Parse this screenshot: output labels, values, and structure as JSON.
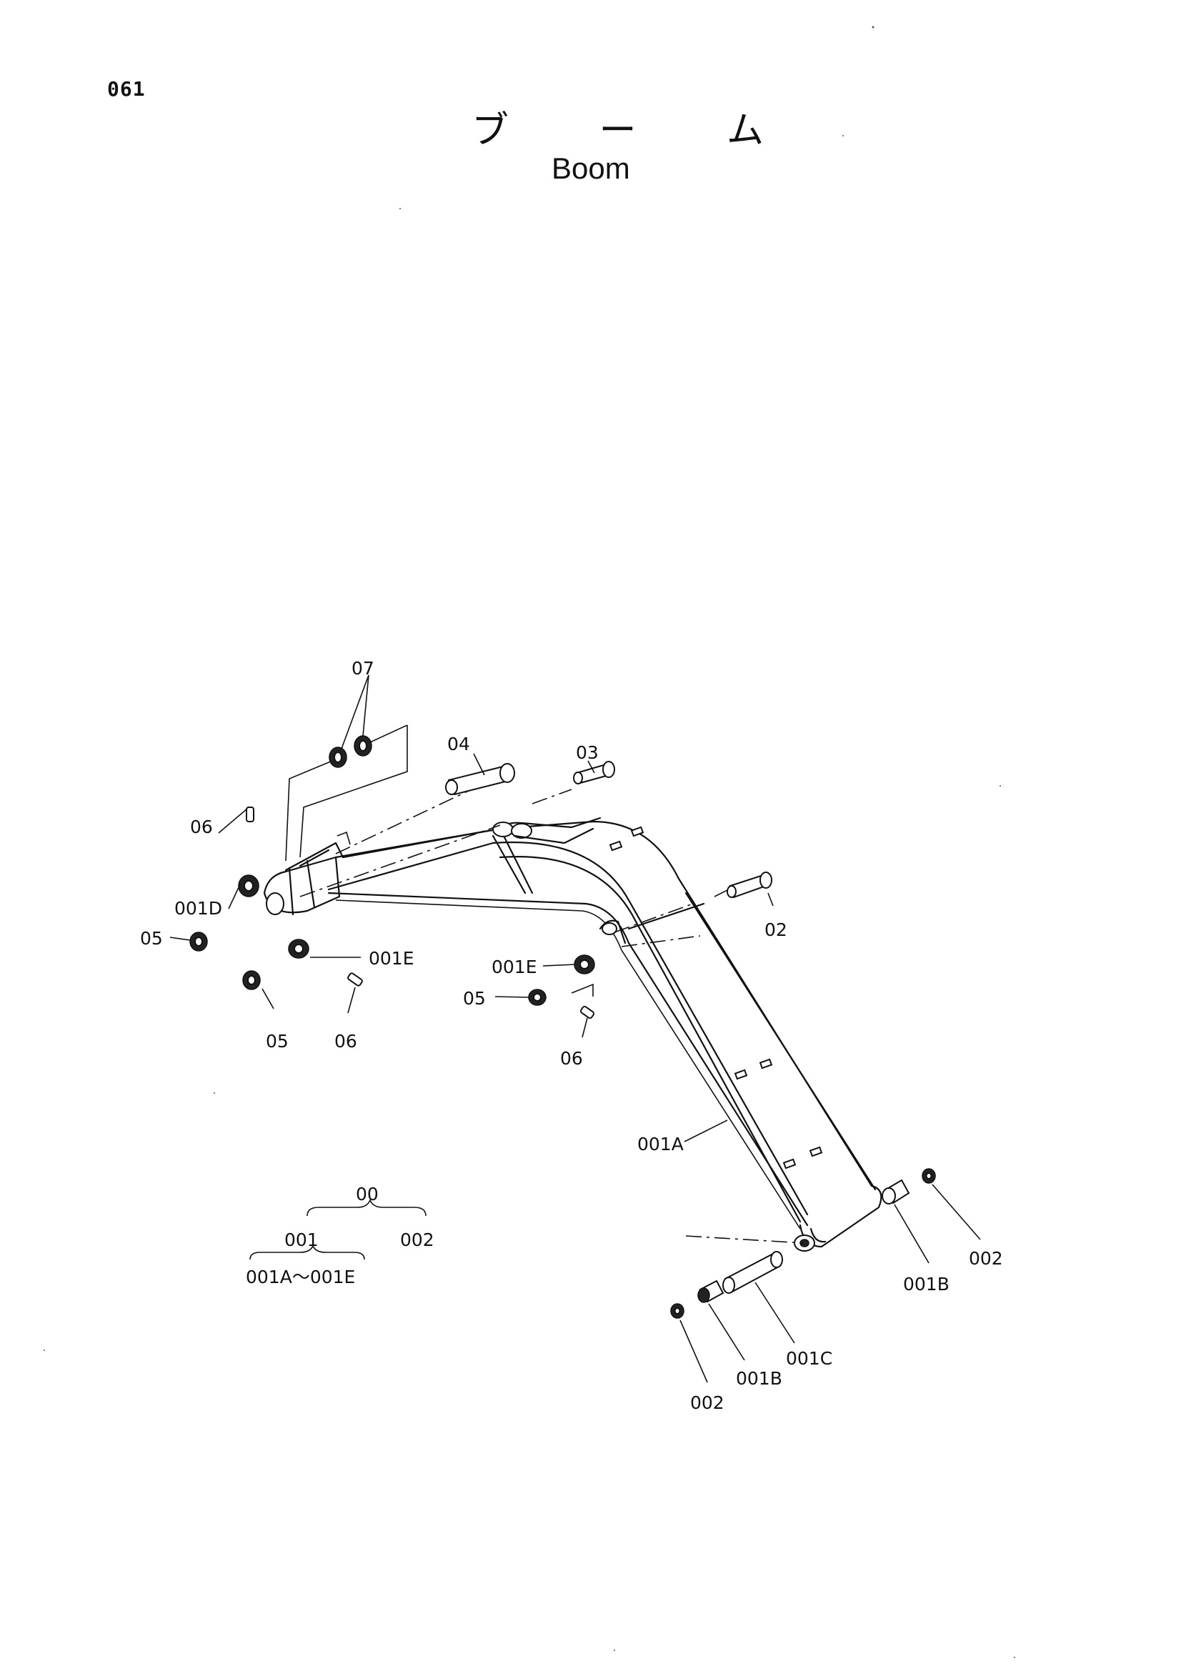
{
  "page_number": "061",
  "title_jp": "ブ ー ム",
  "title_en": "Boom",
  "labels": {
    "l07": "07",
    "l04": "04",
    "l03": "03",
    "l06a": "06",
    "l001d": "001D",
    "l05a": "05",
    "l001e_a": "001E",
    "l05b": "05",
    "l06b": "06",
    "l001e_b": "001E",
    "l05c": "05",
    "l06c": "06",
    "l02": "02",
    "l001a": "001A",
    "l001b_a": "001B",
    "l002_a": "002",
    "l001c": "001C",
    "l001b_b": "001B",
    "l002_b": "002"
  },
  "legend": {
    "top": "00",
    "mid_left": "001",
    "mid_right": "002",
    "bottom": "001A～001E"
  }
}
